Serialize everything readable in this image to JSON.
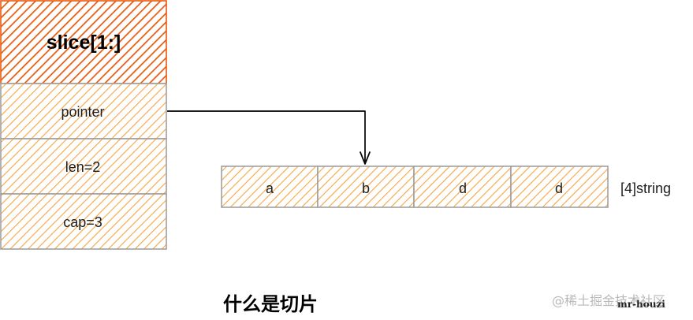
{
  "slice_struct": {
    "title": "slice[1:]",
    "fields": [
      {
        "label": "pointer"
      },
      {
        "label": "len=2"
      },
      {
        "label": "cap=3"
      }
    ]
  },
  "array": {
    "cells": [
      {
        "label": "a"
      },
      {
        "label": "b"
      },
      {
        "label": "d"
      },
      {
        "label": "d"
      }
    ],
    "type_label": "[4]string"
  },
  "caption": "什么是切片",
  "watermark": "@稀土掘金技术社区",
  "author": "mr-houzi",
  "colors": {
    "title_fill": "#e8590c",
    "field_fill": "#f5a540",
    "cell_fill": "#f5a540",
    "title_stroke": "#e8590c",
    "box_stroke": "#a0a0a0",
    "arrow": "#000000"
  }
}
